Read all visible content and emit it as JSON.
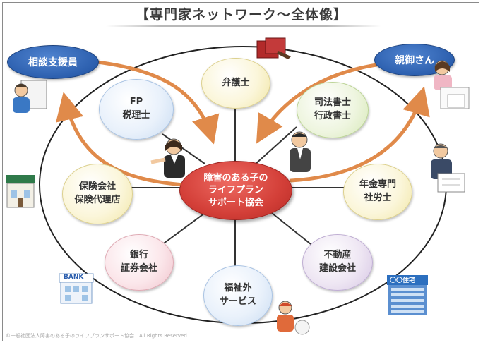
{
  "title": "【専門家ネットワーク～全体像】",
  "center": {
    "line1": "障害のある子の",
    "line2": "ライフプラン",
    "line3": "サポート協会"
  },
  "outer_roles": {
    "consultant": "相談支援員",
    "parents": "親御さん"
  },
  "nodes": {
    "lawyer": "弁護士",
    "scrivener": "司法書士\n行政書士",
    "pension": "年金専門\n社労士",
    "real_estate": "不動産\n建設会社",
    "welfare": "福祉外\nサービス",
    "bank": "銀行\n証券会社",
    "insurance": "保険会社\n保険代理店",
    "fp": "FP\n税理士"
  },
  "signs": {
    "bank": "BANK",
    "housing": "〇〇住宅"
  },
  "footer": "©一般社団法人障害のある子のライフプランサポート協会　All Rights Reserved",
  "colors": {
    "center": "#d33f38",
    "pill": "#2c5fae",
    "arrow": "#e08a4a"
  },
  "icons": [
    "person-icon",
    "house-icon",
    "bank-icon",
    "office-building-icon",
    "law-books-icon",
    "documents-icon"
  ]
}
